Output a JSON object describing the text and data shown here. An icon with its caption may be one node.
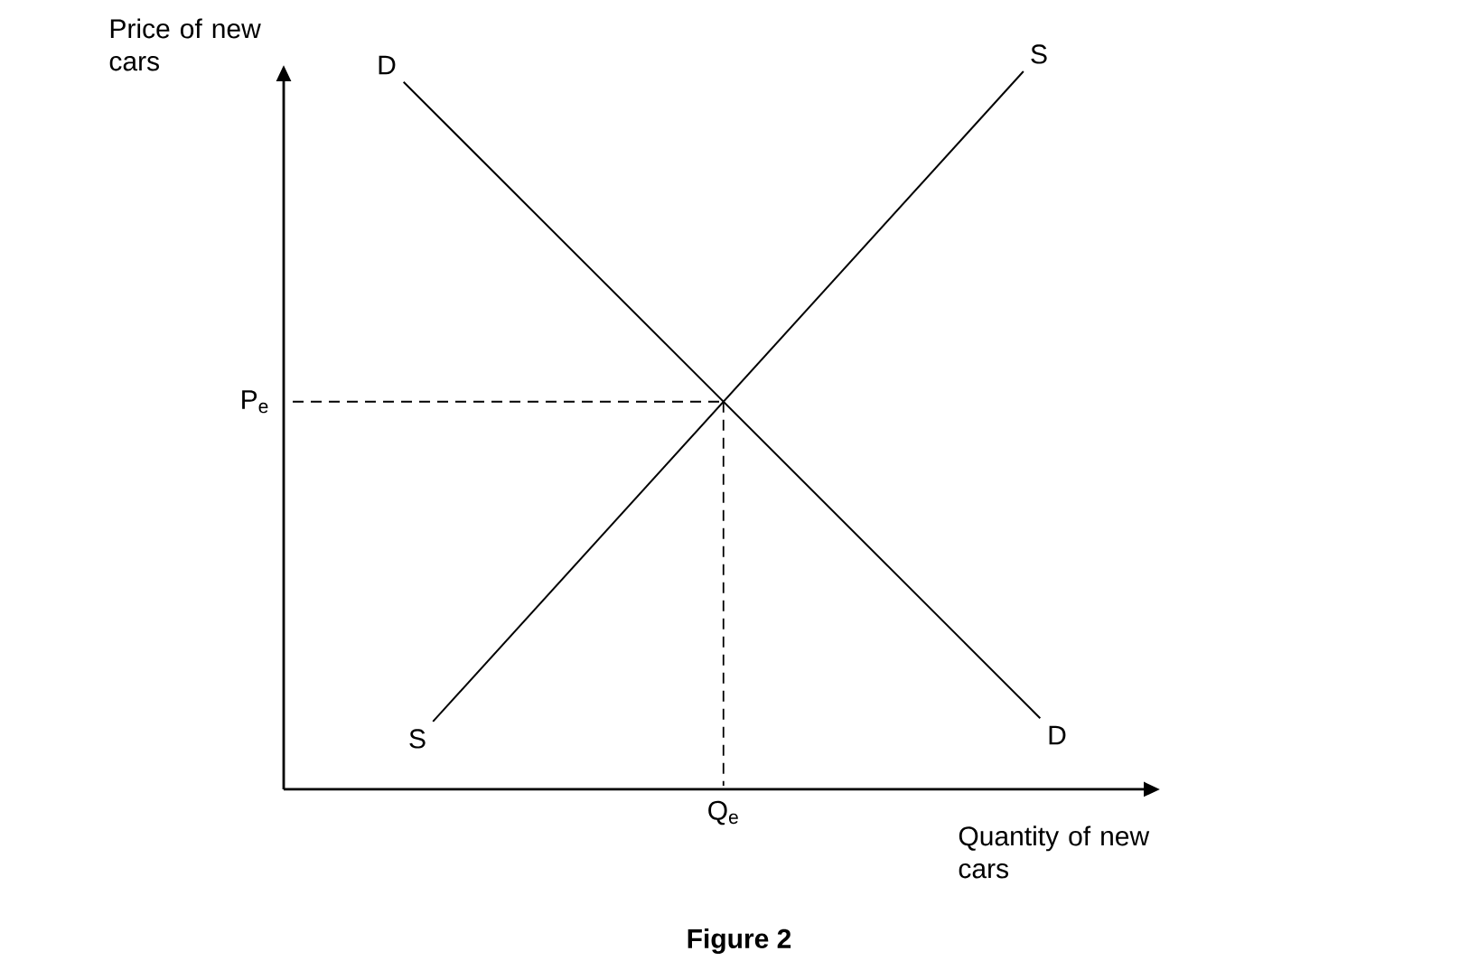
{
  "diagram": {
    "caption": "Figure 2",
    "nodes": [
      {
        "text": [
          "D"
        ]
      },
      {
        "text": [
          "S"
        ]
      },
      {
        "text": [
          "S"
        ]
      },
      {
        "text": [
          "D"
        ]
      }
    ],
    "edges": [
      {
        "from": 0,
        "to": 3,
        "arrow": "none"
      },
      {
        "from": 2,
        "to": 1,
        "arrow": "none"
      }
    ],
    "labels": [
      "Price of new cars",
      "P$_{e}$",
      "Q$_{e}$",
      "Quantity of new cars"
    ]
  }
}
